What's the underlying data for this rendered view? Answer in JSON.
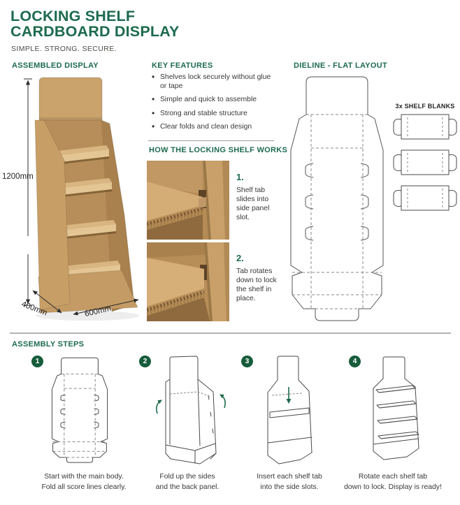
{
  "page": {
    "title_line1": "LOCKING SHELF",
    "title_line2": "CARDBOARD DISPLAY",
    "subtitle": "SIMPLE. STRONG. SECURE."
  },
  "colors": {
    "accent_green": "#1d6b4e",
    "badge_green": "#175c3c",
    "cardboard": "#c9a26c",
    "line_art": "#4a4a4a",
    "text_dark": "#383838"
  },
  "assembled": {
    "heading": "ASSEMBLED DISPLAY",
    "dim_height": "1200mm",
    "dim_depth": "400mm",
    "dim_width": "600mm"
  },
  "key_features": {
    "heading": "KEY FEATURES",
    "items": [
      "Shelves lock securely without glue or tape",
      "Simple and quick to assemble",
      "Strong and stable structure",
      "Clear folds and clean design"
    ]
  },
  "locking": {
    "heading": "HOW THE LOCKING SHELF WORKS",
    "steps": [
      {
        "num": "1.",
        "text": "Shelf tab slides into side panel slot."
      },
      {
        "num": "2.",
        "text": "Tab rotates down to lock the shelf in place."
      }
    ]
  },
  "dieline": {
    "heading": "DIELINE - FLAT LAYOUT",
    "blanks_label": "3x SHELF BLANKS"
  },
  "assembly": {
    "heading": "ASSEMBLY STEPS",
    "steps": [
      {
        "num": "1",
        "caption_line1": "Start with the main body.",
        "caption_line2": "Fold all score lines clearly."
      },
      {
        "num": "2",
        "caption_line1": "Fold up the sides",
        "caption_line2": "and the back panel."
      },
      {
        "num": "3",
        "caption_line1": "Insert each shelf tab",
        "caption_line2": "into the side slots."
      },
      {
        "num": "4",
        "caption_line1": "Rotate each shelf tab",
        "caption_line2": "down to lock. Display is ready!"
      }
    ]
  }
}
